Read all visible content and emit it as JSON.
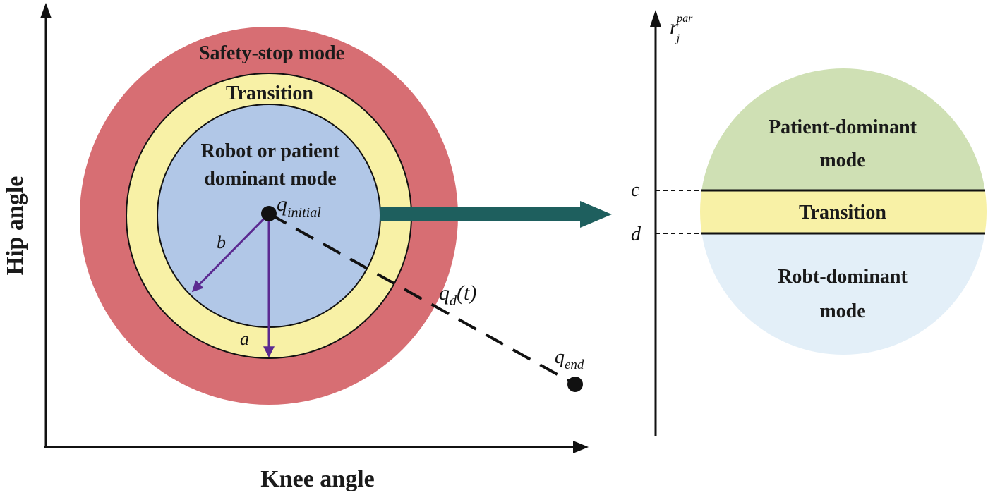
{
  "colors": {
    "safety_red": "#D76E73",
    "transition_yellow": "#F8F1A6",
    "dominant_blue": "#B1C7E7",
    "patient_green": "#CFE0B4",
    "robot_light_blue": "#E3EFF8",
    "arrow_teal": "#1E5F5E",
    "vector_purple": "#5B2A91",
    "ink": "#111111"
  },
  "left": {
    "x_axis_label": "Knee angle",
    "y_axis_label": "Hip angle",
    "ring_outer_label": "Safety-stop mode",
    "ring_middle_label": "Transition",
    "core_label_line1": "Robot or patient",
    "core_label_line2": "dominant mode",
    "radius_a": "a",
    "radius_b": "b",
    "q_initial_main": "q",
    "q_initial_sub": "initial",
    "q_d_main": "q",
    "q_d_sub": "d",
    "q_d_arg": "(t)",
    "q_end_main": "q",
    "q_end_sub": "end"
  },
  "right": {
    "axis_label_main": "r",
    "axis_label_sub": "j",
    "axis_label_sup": "par",
    "level_c": "c",
    "level_d": "d",
    "top_label_line1": "Patient-dominant",
    "top_label_line2": "mode",
    "middle_label": "Transition",
    "bottom_label_line1": "Robt-dominant",
    "bottom_label_line2": "mode"
  }
}
